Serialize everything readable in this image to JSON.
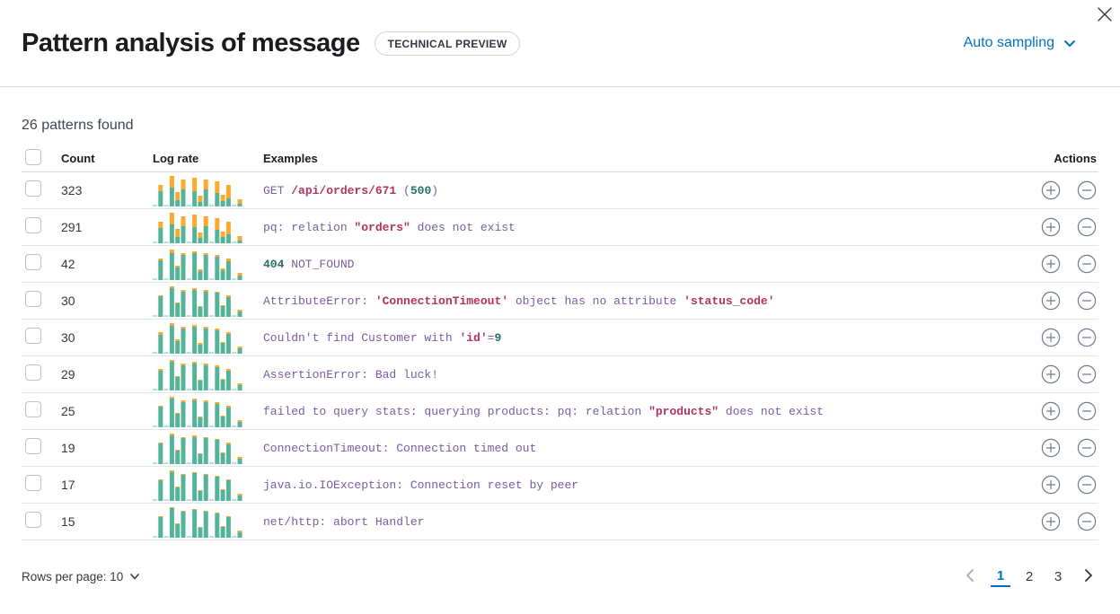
{
  "header": {
    "title": "Pattern analysis of message",
    "badge": "TECHNICAL PREVIEW",
    "sampling_label": "Auto sampling"
  },
  "summary": "26 patterns found",
  "table": {
    "columns": {
      "count": "Count",
      "log_rate": "Log rate",
      "examples": "Examples",
      "actions": "Actions"
    },
    "colors": {
      "green": "#54b399",
      "green_muted": "#b9e2d5",
      "orange": "#fcaa2e"
    },
    "histogram_totals": [
      2,
      24,
      2,
      34,
      16,
      30,
      2,
      32,
      12,
      30,
      2,
      28,
      13,
      24,
      2,
      8
    ],
    "rows": [
      {
        "count": "323",
        "orange": [
          0,
          7,
          0,
          13,
          9,
          11,
          0,
          15,
          7,
          11,
          0,
          13,
          7,
          15,
          0,
          5
        ],
        "tokens": [
          {
            "t": "GET ",
            "c": "purple"
          },
          {
            "t": "/api/orders/671",
            "c": "red"
          },
          {
            "t": " (",
            "c": "purple"
          },
          {
            "t": "500",
            "c": "green"
          },
          {
            "t": ")",
            "c": "purple"
          }
        ]
      },
      {
        "count": "291",
        "orange": [
          0,
          7,
          0,
          13,
          9,
          11,
          0,
          14,
          6,
          11,
          0,
          13,
          6,
          14,
          0,
          5
        ],
        "tokens": [
          {
            "t": "pq: relation ",
            "c": "purple"
          },
          {
            "t": "\"orders\"",
            "c": "red"
          },
          {
            "t": " does not exist",
            "c": "purple"
          }
        ]
      },
      {
        "count": "42",
        "orange": [
          0,
          2,
          0,
          4,
          2,
          2,
          0,
          2,
          2,
          2,
          0,
          2,
          2,
          3,
          0,
          3
        ],
        "tokens": [
          {
            "t": "404",
            "c": "green"
          },
          {
            "t": " NOT_FOUND",
            "c": "purple"
          }
        ]
      },
      {
        "count": "30",
        "orange": [
          0,
          1,
          0,
          2,
          1,
          2,
          0,
          2,
          1,
          2,
          0,
          1,
          1,
          2,
          0,
          2
        ],
        "tokens": [
          {
            "t": "AttributeError: ",
            "c": "purple"
          },
          {
            "t": "'ConnectionTimeout'",
            "c": "red"
          },
          {
            "t": " object has no attribute ",
            "c": "purple"
          },
          {
            "t": "'status_code'",
            "c": "red"
          }
        ]
      },
      {
        "count": "30",
        "orange": [
          0,
          3,
          0,
          3,
          2,
          2,
          0,
          2,
          2,
          2,
          0,
          2,
          1,
          2,
          0,
          2
        ],
        "tokens": [
          {
            "t": "Couldn't find Customer with ",
            "c": "purple"
          },
          {
            "t": "'id'",
            "c": "red"
          },
          {
            "t": "=",
            "c": "purple"
          },
          {
            "t": "9",
            "c": "green"
          }
        ]
      },
      {
        "count": "29",
        "orange": [
          0,
          2,
          0,
          2,
          1,
          2,
          0,
          2,
          1,
          2,
          0,
          2,
          1,
          2,
          0,
          2
        ],
        "tokens": [
          {
            "t": "AssertionError: Bad luck!",
            "c": "purple"
          }
        ]
      },
      {
        "count": "25",
        "orange": [
          0,
          1,
          0,
          2,
          1,
          2,
          0,
          2,
          1,
          2,
          0,
          2,
          1,
          2,
          0,
          2
        ],
        "tokens": [
          {
            "t": "failed to query stats: querying products: pq: relation ",
            "c": "purple"
          },
          {
            "t": "\"products\"",
            "c": "red"
          },
          {
            "t": " does not exist",
            "c": "purple"
          }
        ]
      },
      {
        "count": "19",
        "orange": [
          0,
          1,
          0,
          2,
          1,
          1,
          0,
          2,
          1,
          1,
          0,
          1,
          1,
          2,
          0,
          2
        ],
        "tokens": [
          {
            "t": "ConnectionTimeout: Connection timed out",
            "c": "purple"
          }
        ]
      },
      {
        "count": "17",
        "orange": [
          0,
          1,
          0,
          2,
          1,
          1,
          0,
          1,
          1,
          1,
          0,
          1,
          1,
          1,
          0,
          2
        ],
        "tokens": [
          {
            "t": "java.io.IOException: Connection reset by peer",
            "c": "purple"
          }
        ]
      },
      {
        "count": "15",
        "orange": [
          0,
          1,
          0,
          1,
          1,
          1,
          0,
          1,
          1,
          1,
          0,
          1,
          1,
          1,
          0,
          2
        ],
        "tokens": [
          {
            "t": "net/http: abort Handler",
            "c": "purple"
          }
        ]
      }
    ]
  },
  "footer": {
    "rows_per_page_label": "Rows per page: 10",
    "pages": [
      "1",
      "2",
      "3"
    ],
    "active_page": "1"
  },
  "icons": {
    "close": "✕",
    "chevron_down": "⌄",
    "page_prev": "‹",
    "page_next": "›",
    "action_plus": "⊕",
    "action_minus": "⊖"
  },
  "accent_colors": {
    "primary_blue": "#0071c2",
    "border": "#d3dae6",
    "syntax_purple": "#7a5ca0",
    "syntax_red": "#b1335f",
    "syntax_green": "#26705f"
  }
}
